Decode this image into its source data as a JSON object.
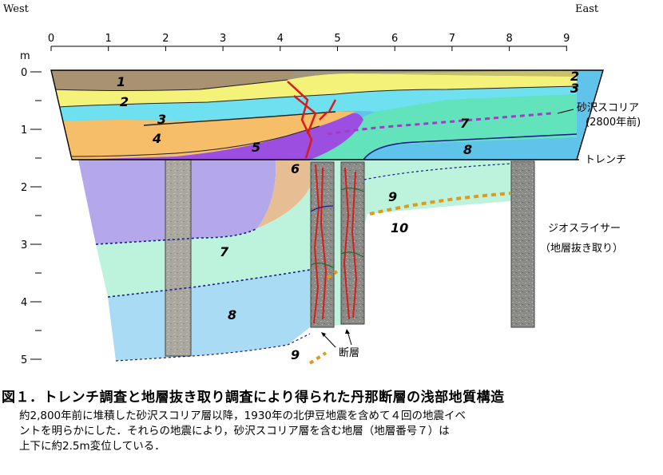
{
  "axis": {
    "west": "West",
    "east": "East",
    "unit": "m",
    "x_ticks": [
      "0",
      "1",
      "2",
      "3",
      "4",
      "5",
      "6",
      "7",
      "8",
      "9"
    ],
    "y_ticks": [
      "0",
      "1",
      "2",
      "3",
      "4",
      "5"
    ]
  },
  "layers": {
    "l1": "1",
    "l2": "2",
    "l2r": "2",
    "l3": "3",
    "l3r": "3",
    "l4": "4",
    "l5": "5",
    "l6": "6",
    "l7": "7",
    "l7low": "7",
    "l8": "8",
    "l8low": "8",
    "l9": "9",
    "l9low": "9",
    "l10": "10"
  },
  "labels": {
    "scoria": "砂沢スコリア",
    "scoria_age": "(2800年前)",
    "trench": "トレンチ",
    "geoslicer": "ジオスライサー",
    "geoslicer_sub": "（地層抜き取り）",
    "fault": "断層"
  },
  "caption": {
    "title": "図１．トレンチ調査と地層抜き取り調査により得られた丹那断層の浅部地質構造",
    "line1": "約2,800年前に堆積した砂沢スコリア層以降，1930年の北伊豆地震を含めて４回の地震イベ",
    "line2": "ントを明らかにした．それらの地震により，砂沢スコリア層を含む地層（地層番号７）は",
    "line3": "上下に約2.5m変位している．"
  },
  "colors": {
    "soil": "#a89272",
    "yellow": "#f5f27a",
    "cyan": "#6fe0ef",
    "orange": "#f7be6a",
    "purple": "#9b4ee0",
    "tan": "#e7bd94",
    "mint": "#62e3bb",
    "sky": "#5fc3ea",
    "lavender": "#b4a7ea",
    "lightmint": "#bdf3dc",
    "lightsky": "#a9dcf4",
    "fault_red": "#d81b1b",
    "scoria_purple": "#a03cc8",
    "orange_dash": "#e09a1a"
  }
}
